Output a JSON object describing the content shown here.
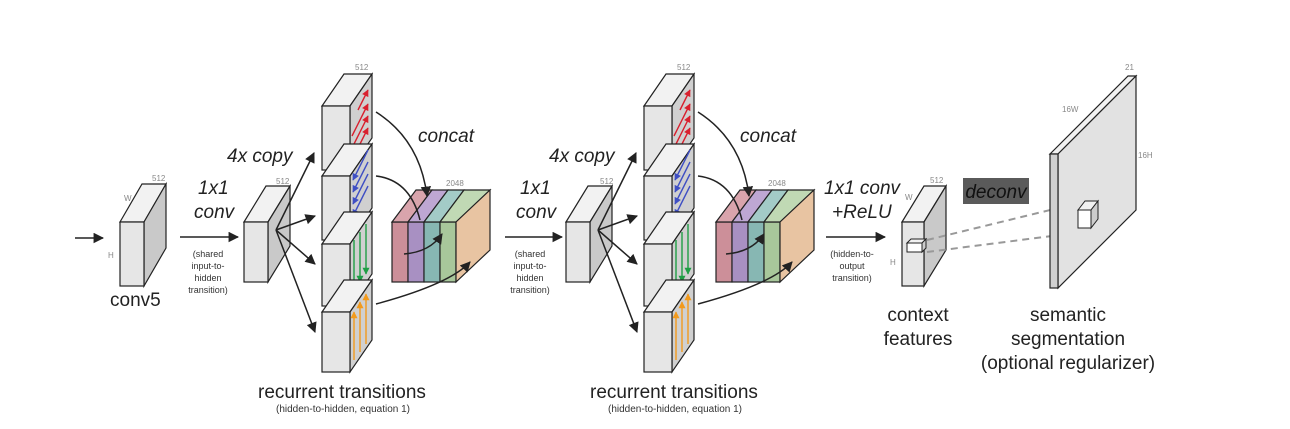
{
  "input_block": {
    "label": "conv5",
    "dim_channels": "512",
    "dim_w": "W",
    "dim_h": "H"
  },
  "conv1x1_a": {
    "line1": "1x1",
    "line2": "conv",
    "note": [
      "(shared",
      "input-to-",
      "hidden",
      "transition)"
    ],
    "dim": "512"
  },
  "copy_a": {
    "label": "4x copy"
  },
  "recurrent_a": {
    "dim": "512",
    "title": "recurrent transitions",
    "subtitle": "(hidden-to-hidden, equation 1)"
  },
  "concat_a": {
    "label": "concat",
    "dim": "2048"
  },
  "conv1x1_b": {
    "line1": "1x1",
    "line2": "conv",
    "note": [
      "(shared",
      "input-to-",
      "hidden",
      "transition)"
    ],
    "dim": "512"
  },
  "copy_b": {
    "label": "4x copy"
  },
  "recurrent_b": {
    "dim": "512",
    "title": "recurrent transitions",
    "subtitle": "(hidden-to-hidden, equation 1)"
  },
  "concat_b": {
    "label": "concat",
    "dim": "2048"
  },
  "conv_relu": {
    "line1": "1x1 conv",
    "line2": "+ReLU",
    "note": [
      "(hidden-to-",
      "output",
      "transition)"
    ]
  },
  "context": {
    "line1": "context",
    "line2": "features",
    "dim_channels": "512",
    "dim_w": "W",
    "dim_h": "H"
  },
  "deconv": {
    "label": "deconv",
    "bg_color": "#5a5a5a"
  },
  "segmentation": {
    "line1": "semantic",
    "line2": "segmentation",
    "line3": "(optional regularizer)",
    "dim_channels": "21",
    "dim_w": "16W",
    "dim_h": "16H"
  },
  "colors": {
    "red": "#d9202e",
    "blue": "#3f4fc4",
    "green": "#1f9e45",
    "orange": "#f29a1c",
    "slab_red": "#cc8f99",
    "slab_purple": "#a890c2",
    "slab_teal": "#87b7b3",
    "slab_green": "#a8c79b",
    "slab_peach": "#e8c4a2"
  }
}
